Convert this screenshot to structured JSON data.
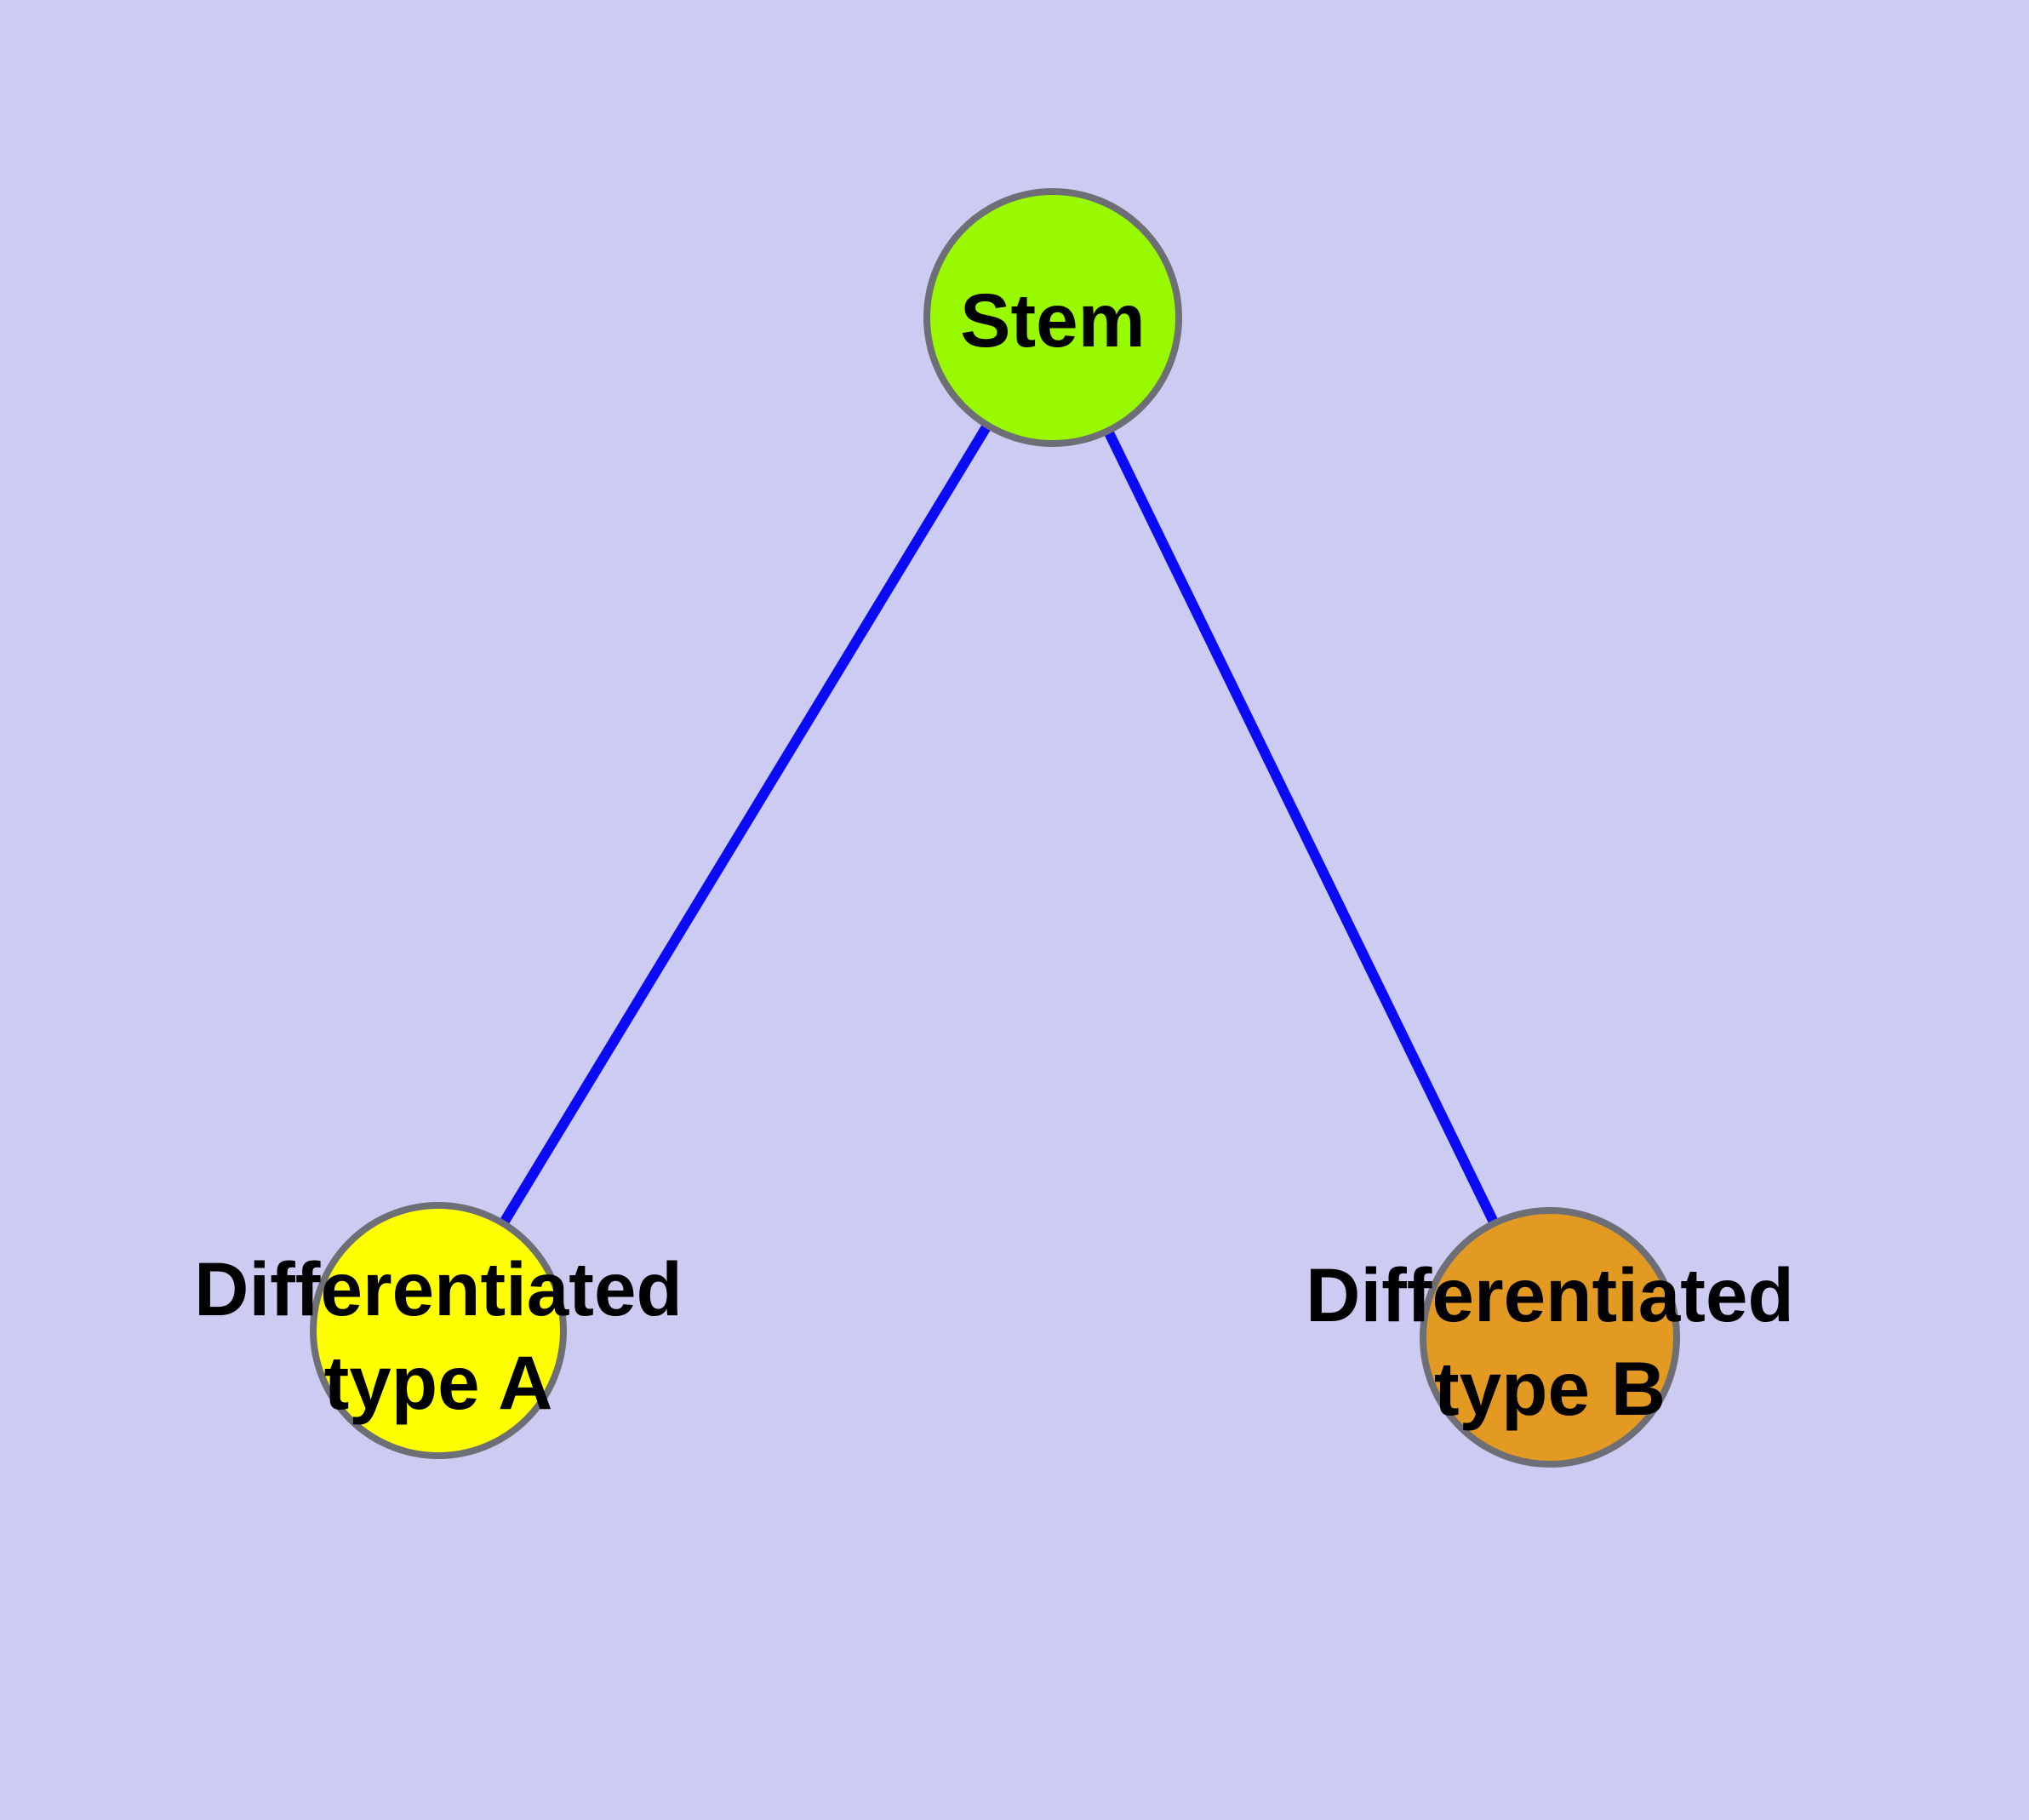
{
  "diagram": {
    "type": "node-link-graph",
    "background_color": "#CCCCF2",
    "edge_color": "#0A0AF5",
    "node_border_color": "#6E6E76",
    "nodes": [
      {
        "id": "stem",
        "label": "Stem",
        "fill": "#99FA00"
      },
      {
        "id": "differentiated-type-a",
        "label_line1": "Differentiated",
        "label_line2": "type A",
        "fill": "#FFFF00"
      },
      {
        "id": "differentiated-type-b",
        "label_line1": "Differentiated",
        "label_line2": "type B",
        "fill": "#E29A22"
      }
    ],
    "edges": [
      {
        "from": "Stem",
        "to": "Differentiated type A"
      },
      {
        "from": "Stem",
        "to": "Differentiated type B"
      }
    ]
  }
}
